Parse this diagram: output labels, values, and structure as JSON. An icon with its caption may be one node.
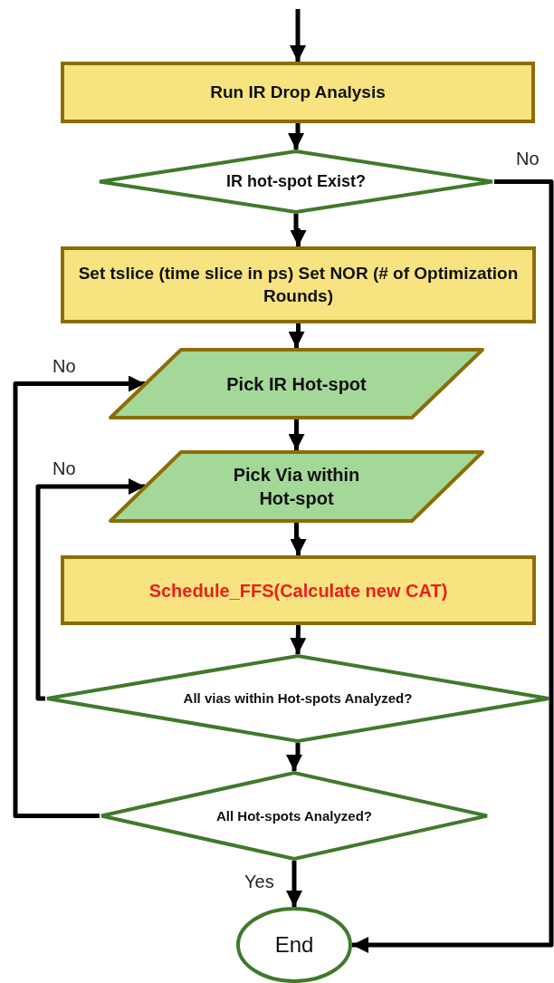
{
  "diagram": {
    "nodes": [
      {
        "text": [
          "Run IR Drop Analysis"
        ]
      },
      {
        "text": [
          "IR hot-spot Exist?"
        ]
      },
      {
        "text": [
          "Set tslice (time slice in ps) Set NOR (# of Optimization Rounds)"
        ]
      },
      {
        "text": [
          "Pick IR Hot-spot"
        ]
      },
      {
        "text": [
          "Pick Via within Hot-spot"
        ]
      },
      {
        "text": [
          "Schedule_FFS(Calculate new CAT)"
        ]
      },
      {
        "text": [
          "All vias within Hot-spots Analyzed?"
        ]
      },
      {
        "text": [
          "All Hot-spots Analyzed?"
        ]
      },
      {
        "text": [
          "End"
        ]
      }
    ],
    "edges": [
      {
        "from": null,
        "to": 0,
        "arrow": "to"
      },
      {
        "from": 0,
        "to": 1,
        "arrow": "to"
      },
      {
        "from": 1,
        "to": 2,
        "arrow": "to"
      },
      {
        "from": 2,
        "to": 3,
        "arrow": "to"
      },
      {
        "from": 3,
        "to": 4,
        "arrow": "to"
      },
      {
        "from": 4,
        "to": 5,
        "arrow": "to"
      },
      {
        "from": 5,
        "to": 6,
        "arrow": "to"
      },
      {
        "from": 6,
        "to": 7,
        "arrow": "to"
      },
      {
        "from": 7,
        "to": 8,
        "label": "Yes",
        "arrow": "to"
      },
      {
        "from": 6,
        "to": 4,
        "label": "No",
        "arrow": "to"
      },
      {
        "from": 7,
        "to": 3,
        "label": "No",
        "arrow": "to"
      },
      {
        "from": 1,
        "to": 8,
        "label": "No",
        "arrow": "to"
      }
    ]
  }
}
